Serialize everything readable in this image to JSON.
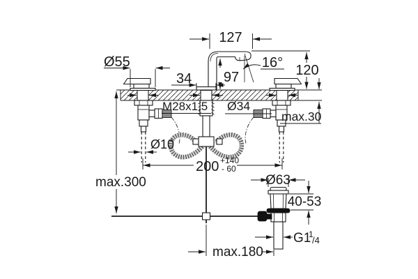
{
  "drawing": {
    "subject": "three-hole-basin-mixer-dimensional-drawing",
    "colors": {
      "line": "#1a1a1a",
      "background": "#ffffff",
      "braid": "#555555"
    },
    "dims": {
      "spout_reach": "127",
      "spout_height": "97",
      "spray_angle": "16°",
      "height_above_deck": "120",
      "escutcheon_dia": "Ø55",
      "spout_base_width": "34",
      "deck_thickness_max": "max.30",
      "spout_thread": "M28x1,5",
      "hole_dia": "Ø34",
      "pipe_dia": "Ø10",
      "handle_centers": "200",
      "handle_centers_tol_plus": "+140",
      "handle_centers_tol_minus": "- 60",
      "rod_length_max": "max.300",
      "waste_flange_dia": "Ø63",
      "waste_clamp_range": "40-53",
      "waste_thread_base": "G1",
      "waste_thread_sup": "1",
      "waste_thread_frac": "/4",
      "rod_reach_max": "max.180"
    }
  }
}
